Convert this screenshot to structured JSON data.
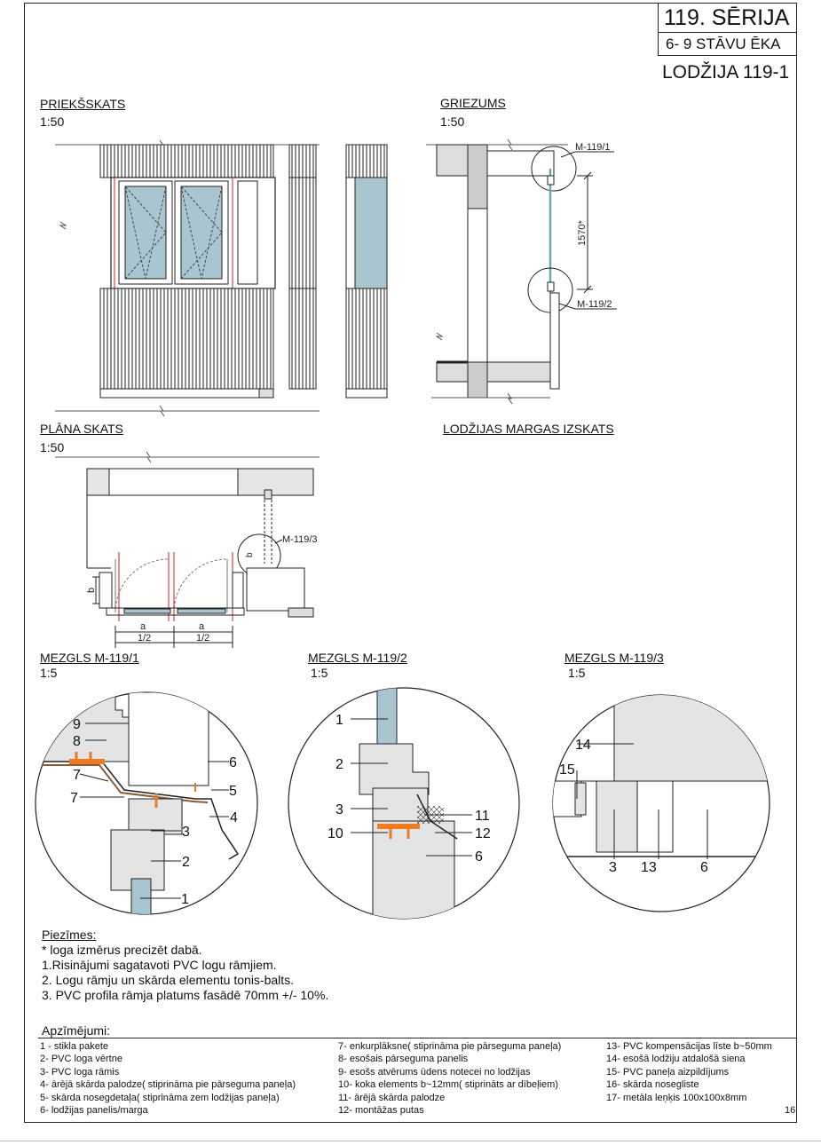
{
  "title_block": {
    "series": "119. SĒRIJA",
    "floors": "6- 9 STĀVU ĒKA",
    "type": "LODŽIJA 119-1"
  },
  "views": {
    "front": {
      "title": "PRIEKŠSKATS",
      "scale": "1:50"
    },
    "section": {
      "title": "GRIEZUMS",
      "scale": "1:50",
      "callout_top": "M-119/1",
      "callout_bottom": "M-119/2",
      "dimension": "1570*"
    },
    "plan": {
      "title": "PLĀNA SKATS",
      "scale": "1:50",
      "callout": "M-119/3",
      "dim_a": "a",
      "dim_half": "1/2",
      "dim_b": "b"
    },
    "railing": {
      "title": "LODŽIJAS MARGAS IZSKATS"
    }
  },
  "details": [
    {
      "title": "MEZGLS M-119/1",
      "scale": "1:5",
      "labels": [
        "9",
        "8",
        "7",
        "7",
        "6",
        "5",
        "4",
        "3",
        "2",
        "1"
      ]
    },
    {
      "title": "MEZGLS M-119/2",
      "scale": "1:5",
      "labels": [
        "1",
        "2",
        "3",
        "10",
        "11",
        "12",
        "6"
      ]
    },
    {
      "title": "MEZGLS M-119/3",
      "scale": "1:5",
      "labels": [
        "14",
        "15",
        "3",
        "13",
        "6"
      ]
    }
  ],
  "notes": {
    "heading": "Piezīmes:",
    "items": [
      "* loga izmērus precizēt dabā.",
      "1.Risinājumi sagatavoti PVC logu rāmjiem.",
      "2. Logu rāmju un skārda elementu tonis-balts.",
      "3. PVC profila rāmja platums fasādē 70mm +/- 10%."
    ]
  },
  "legend": {
    "heading": "Apzīmējumi:",
    "col1": [
      "1 - stikla pakete",
      "2- PVC loga vērtne",
      "3- PVC loga rāmis",
      "4- ārējā skārda palodze( stiprināma pie pārseguma paneļa)",
      "5- skārda nosegdetaļa( stiprināma zem lodžijas paneļa)",
      "6- lodžijas panelis/marga"
    ],
    "col2": [
      "7- enkurplāksne( stiprināma pie pārseguma paneļa)",
      "8- esošais pārseguma panelis",
      "9- esošs atvērums ūdens notecei no lodžijas",
      "10- koka elements b~12mm( stiprināts ar dībeļiem)",
      "11- ārējā skārda palodze",
      "12- montāžas putas"
    ],
    "col3": [
      "13- PVC kompensācijas līste b~50mm",
      "14- esošā lodžiju atdalošā siena",
      "15- PVC paneļa aizpildījums",
      "16- skārda nosegliste",
      "17- metāla leņķis 100x100x8mm"
    ]
  },
  "page_number": "16",
  "colors": {
    "glass": "#a9c6d0",
    "sealant": "#ee7a22",
    "panel_fill": "#e4e4e4"
  }
}
